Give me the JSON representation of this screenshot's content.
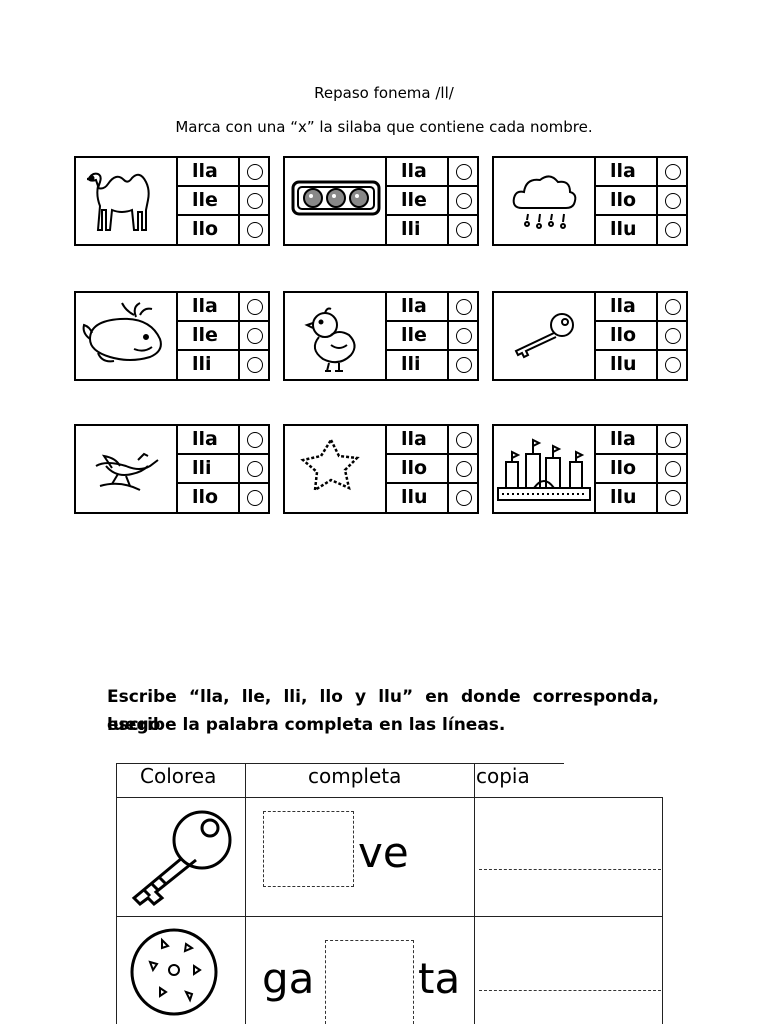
{
  "header": {
    "title": "Repaso fonema /ll/",
    "instruction": "Marca con una “x” la silaba  que contiene cada nombre."
  },
  "cards": [
    {
      "picture": "camel-icon",
      "options": [
        "lla",
        "lle",
        "llo"
      ]
    },
    {
      "picture": "cookie-tray-icon",
      "options": [
        "lla",
        "lle",
        "lli"
      ]
    },
    {
      "picture": "rain-cloud-icon",
      "options": [
        "lla",
        "llo",
        "llu"
      ]
    },
    {
      "picture": "whale-icon",
      "options": [
        "lla",
        "lle",
        "lli"
      ]
    },
    {
      "picture": "chick-icon",
      "options": [
        "lla",
        "lle",
        "lli"
      ]
    },
    {
      "picture": "key-icon",
      "options": [
        "lla",
        "llo",
        "llu"
      ]
    },
    {
      "picture": "hummingbird-icon",
      "options": [
        "lla",
        "lli",
        "llo"
      ]
    },
    {
      "picture": "star-icon",
      "options": [
        "lla",
        "llo",
        "llu"
      ]
    },
    {
      "picture": "sand-castle-icon",
      "options": [
        "lla",
        "llo",
        "llu"
      ]
    }
  ],
  "section2": {
    "line1": "Escribe “lla, lle, lli, llo y llu” en donde corresponda, luego",
    "line2": "escribe la palabra completa en las líneas.",
    "headers": [
      "Colorea",
      "completa",
      "copia"
    ],
    "rows": [
      {
        "picture": "key-icon",
        "before": "",
        "after": "ve"
      },
      {
        "picture": "cookie-icon",
        "before": "ga",
        "after": "ta"
      }
    ]
  }
}
